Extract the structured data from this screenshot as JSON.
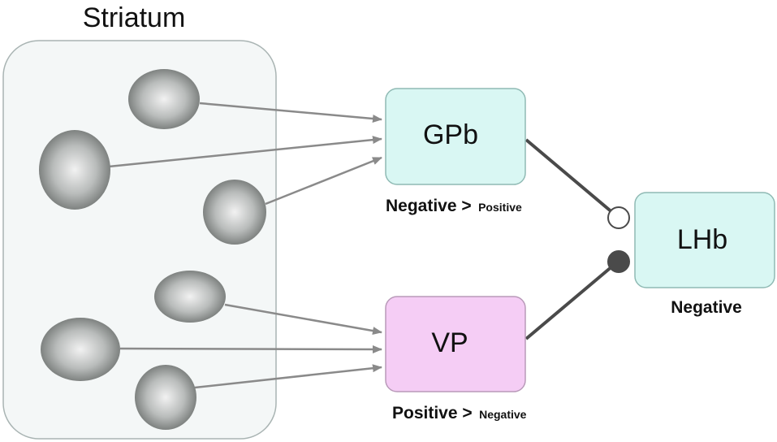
{
  "title": "Striatum",
  "nodes": {
    "gpb": {
      "label": "GPb",
      "fill": "#d9f7f3",
      "stroke": "#8fbab4"
    },
    "vp": {
      "label": "VP",
      "fill": "#f5cdf5",
      "stroke": "#b99ab9"
    },
    "lhb": {
      "label": "LHb",
      "fill": "#d9f7f3",
      "stroke": "#8fbab4"
    }
  },
  "annotations": {
    "gpb": {
      "strong": "Negative >",
      "weak": "Positive"
    },
    "vp": {
      "strong": "Positive >",
      "weak": "Negative"
    },
    "lhb": {
      "strong": "Negative"
    }
  },
  "colors": {
    "striatum_fill": "#f4f7f7",
    "striatum_stroke": "#a9b4b3",
    "arrow": "#8a8a8a",
    "connection": "#4a4a4a",
    "open_terminal": "#ffffff",
    "filled_terminal": "#4a4a4a"
  }
}
